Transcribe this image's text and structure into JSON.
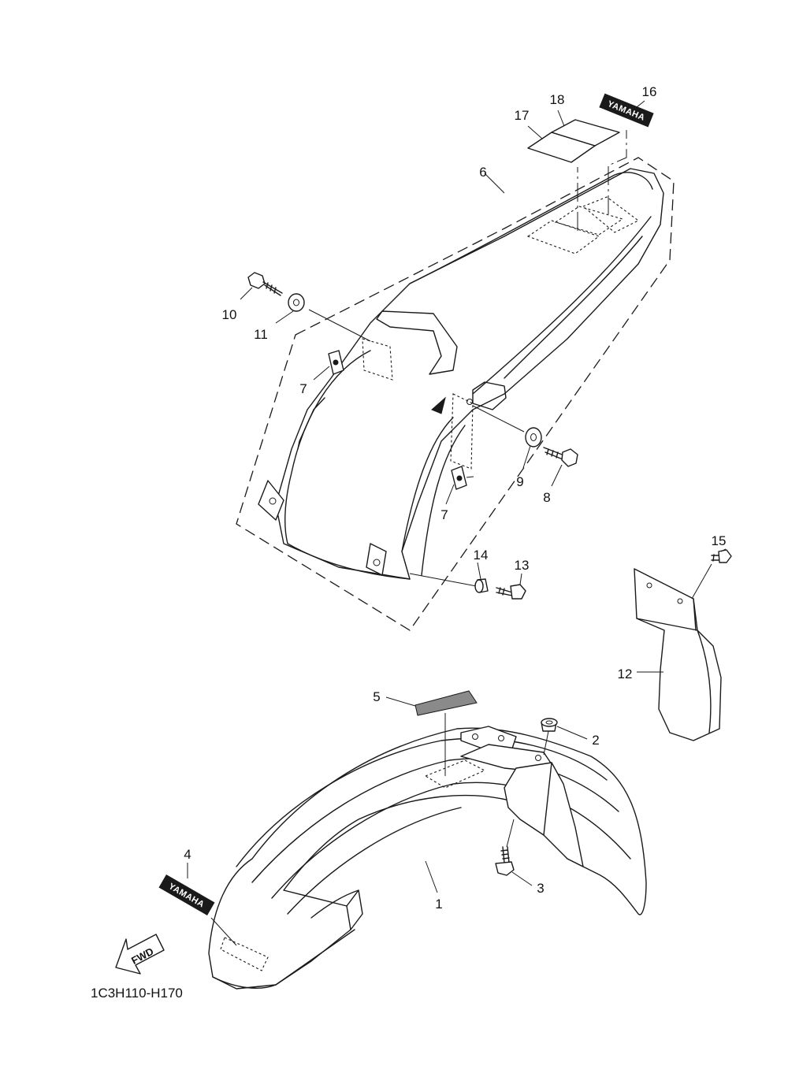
{
  "callouts": {
    "c1": "1",
    "c2": "2",
    "c3": "3",
    "c4": "4",
    "c5": "5",
    "c6": "6",
    "c7a": "7",
    "c7b": "7",
    "c8": "8",
    "c9": "9",
    "c10": "10",
    "c11": "11",
    "c12": "12",
    "c13": "13",
    "c14": "14",
    "c15": "15",
    "c16": "16",
    "c17": "17",
    "c18": "18"
  },
  "emblems": {
    "rear_decal": "YAMAHA",
    "front_decal": "YAMAHA"
  },
  "direction_arrow": "FWD",
  "diagram_code": "1C3H110-H170"
}
